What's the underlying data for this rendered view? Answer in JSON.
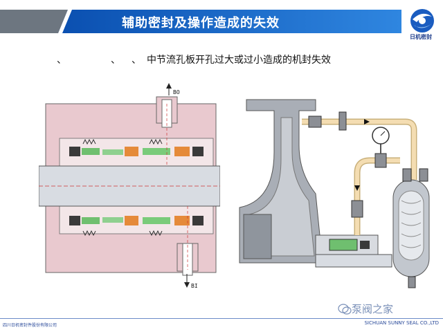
{
  "slide": {
    "title": "辅助密封及操作造成的失效",
    "subtitle_parts": [
      "、",
      "、",
      "、",
      "中节流孔板开孔过大或过小造成的机封失效"
    ],
    "labels": {
      "bo": "BO",
      "bi": "BI"
    },
    "logo": {
      "name": "日机密封"
    },
    "footer": {
      "left": "四川日机密封件股份有限公司",
      "right": "SICHUAN SUNNY SEAL CO.,LTD"
    },
    "watermark": "泵阀之家",
    "colors": {
      "accent": "#1d6fd1",
      "housing": "#e9c9cf",
      "pipe": "#f4ddb2",
      "grey": "#9aa0a8"
    }
  }
}
